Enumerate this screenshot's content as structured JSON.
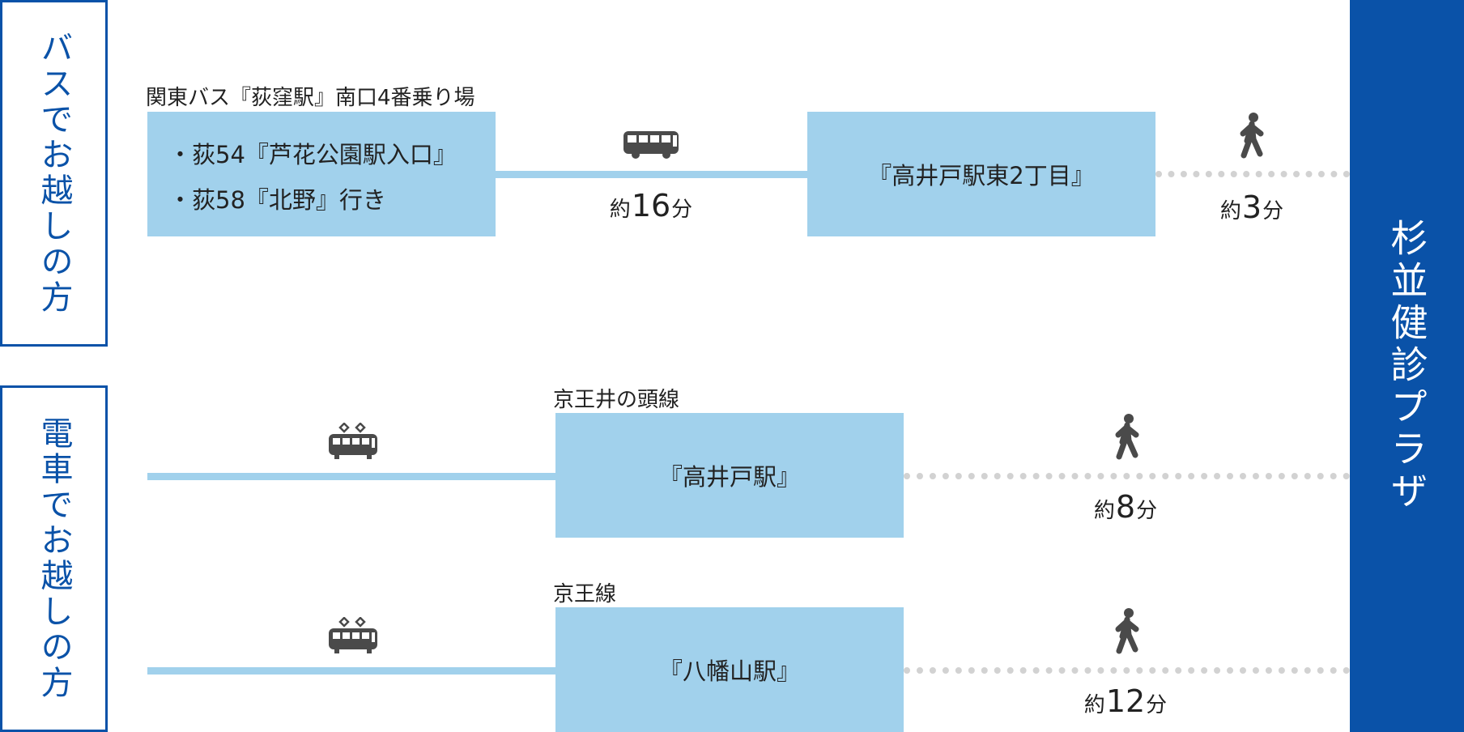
{
  "colors": {
    "brand_blue": "#0a52a8",
    "box_blue": "#a1d1ec",
    "walk_dots": "#d2d2d2",
    "icon_gray": "#4a4a4a"
  },
  "bus_section": {
    "label": "バスでお越しの方",
    "stop_label": "関東バス『荻窪駅』南口4番乗り場",
    "routes": [
      "・荻54『芦花公園駅入口』",
      "・荻58『北野』行き"
    ],
    "ride_time": {
      "prefix": "約",
      "number": "16",
      "suffix": "分"
    },
    "alight_stop": "『高井戸駅東2丁目』",
    "walk_time": {
      "prefix": "約",
      "number": "3",
      "suffix": "分"
    }
  },
  "train_section": {
    "label": "電車でお越しの方",
    "lines": [
      {
        "line_name": "京王井の頭線",
        "station": "『高井戸駅』",
        "walk_time": {
          "prefix": "約",
          "number": "8",
          "suffix": "分"
        }
      },
      {
        "line_name": "京王線",
        "station": "『八幡山駅』",
        "walk_time": {
          "prefix": "約",
          "number": "12",
          "suffix": "分"
        }
      }
    ]
  },
  "destination": {
    "label": "杉並健診プラザ"
  },
  "icons": {
    "bus": "bus-icon",
    "train": "train-icon",
    "walk": "walking-person-icon"
  }
}
